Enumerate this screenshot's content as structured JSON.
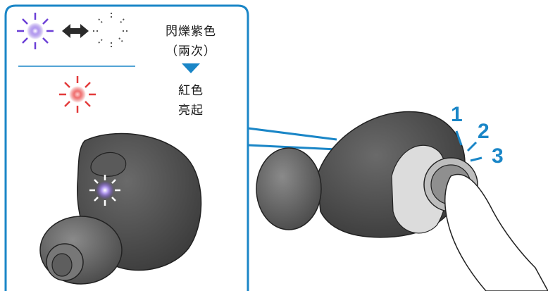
{
  "legend": {
    "blink_label": "閃爍紫色",
    "blink_count": "（兩次）",
    "red_label_line1": "紅色",
    "red_label_line2": "亮起"
  },
  "steps": [
    "1",
    "2",
    "3"
  ],
  "colors": {
    "frame_blue": "#1a86c7",
    "led_purple": "#6b3fd6",
    "led_red": "#e33a3a",
    "earbud_body": "#4f4f4f",
    "ear_tip": "#6a6a6a"
  },
  "icons": [
    "purple-led-icon",
    "swap-arrow-icon",
    "led-off-icon",
    "triangle-down-icon",
    "red-led-icon"
  ]
}
